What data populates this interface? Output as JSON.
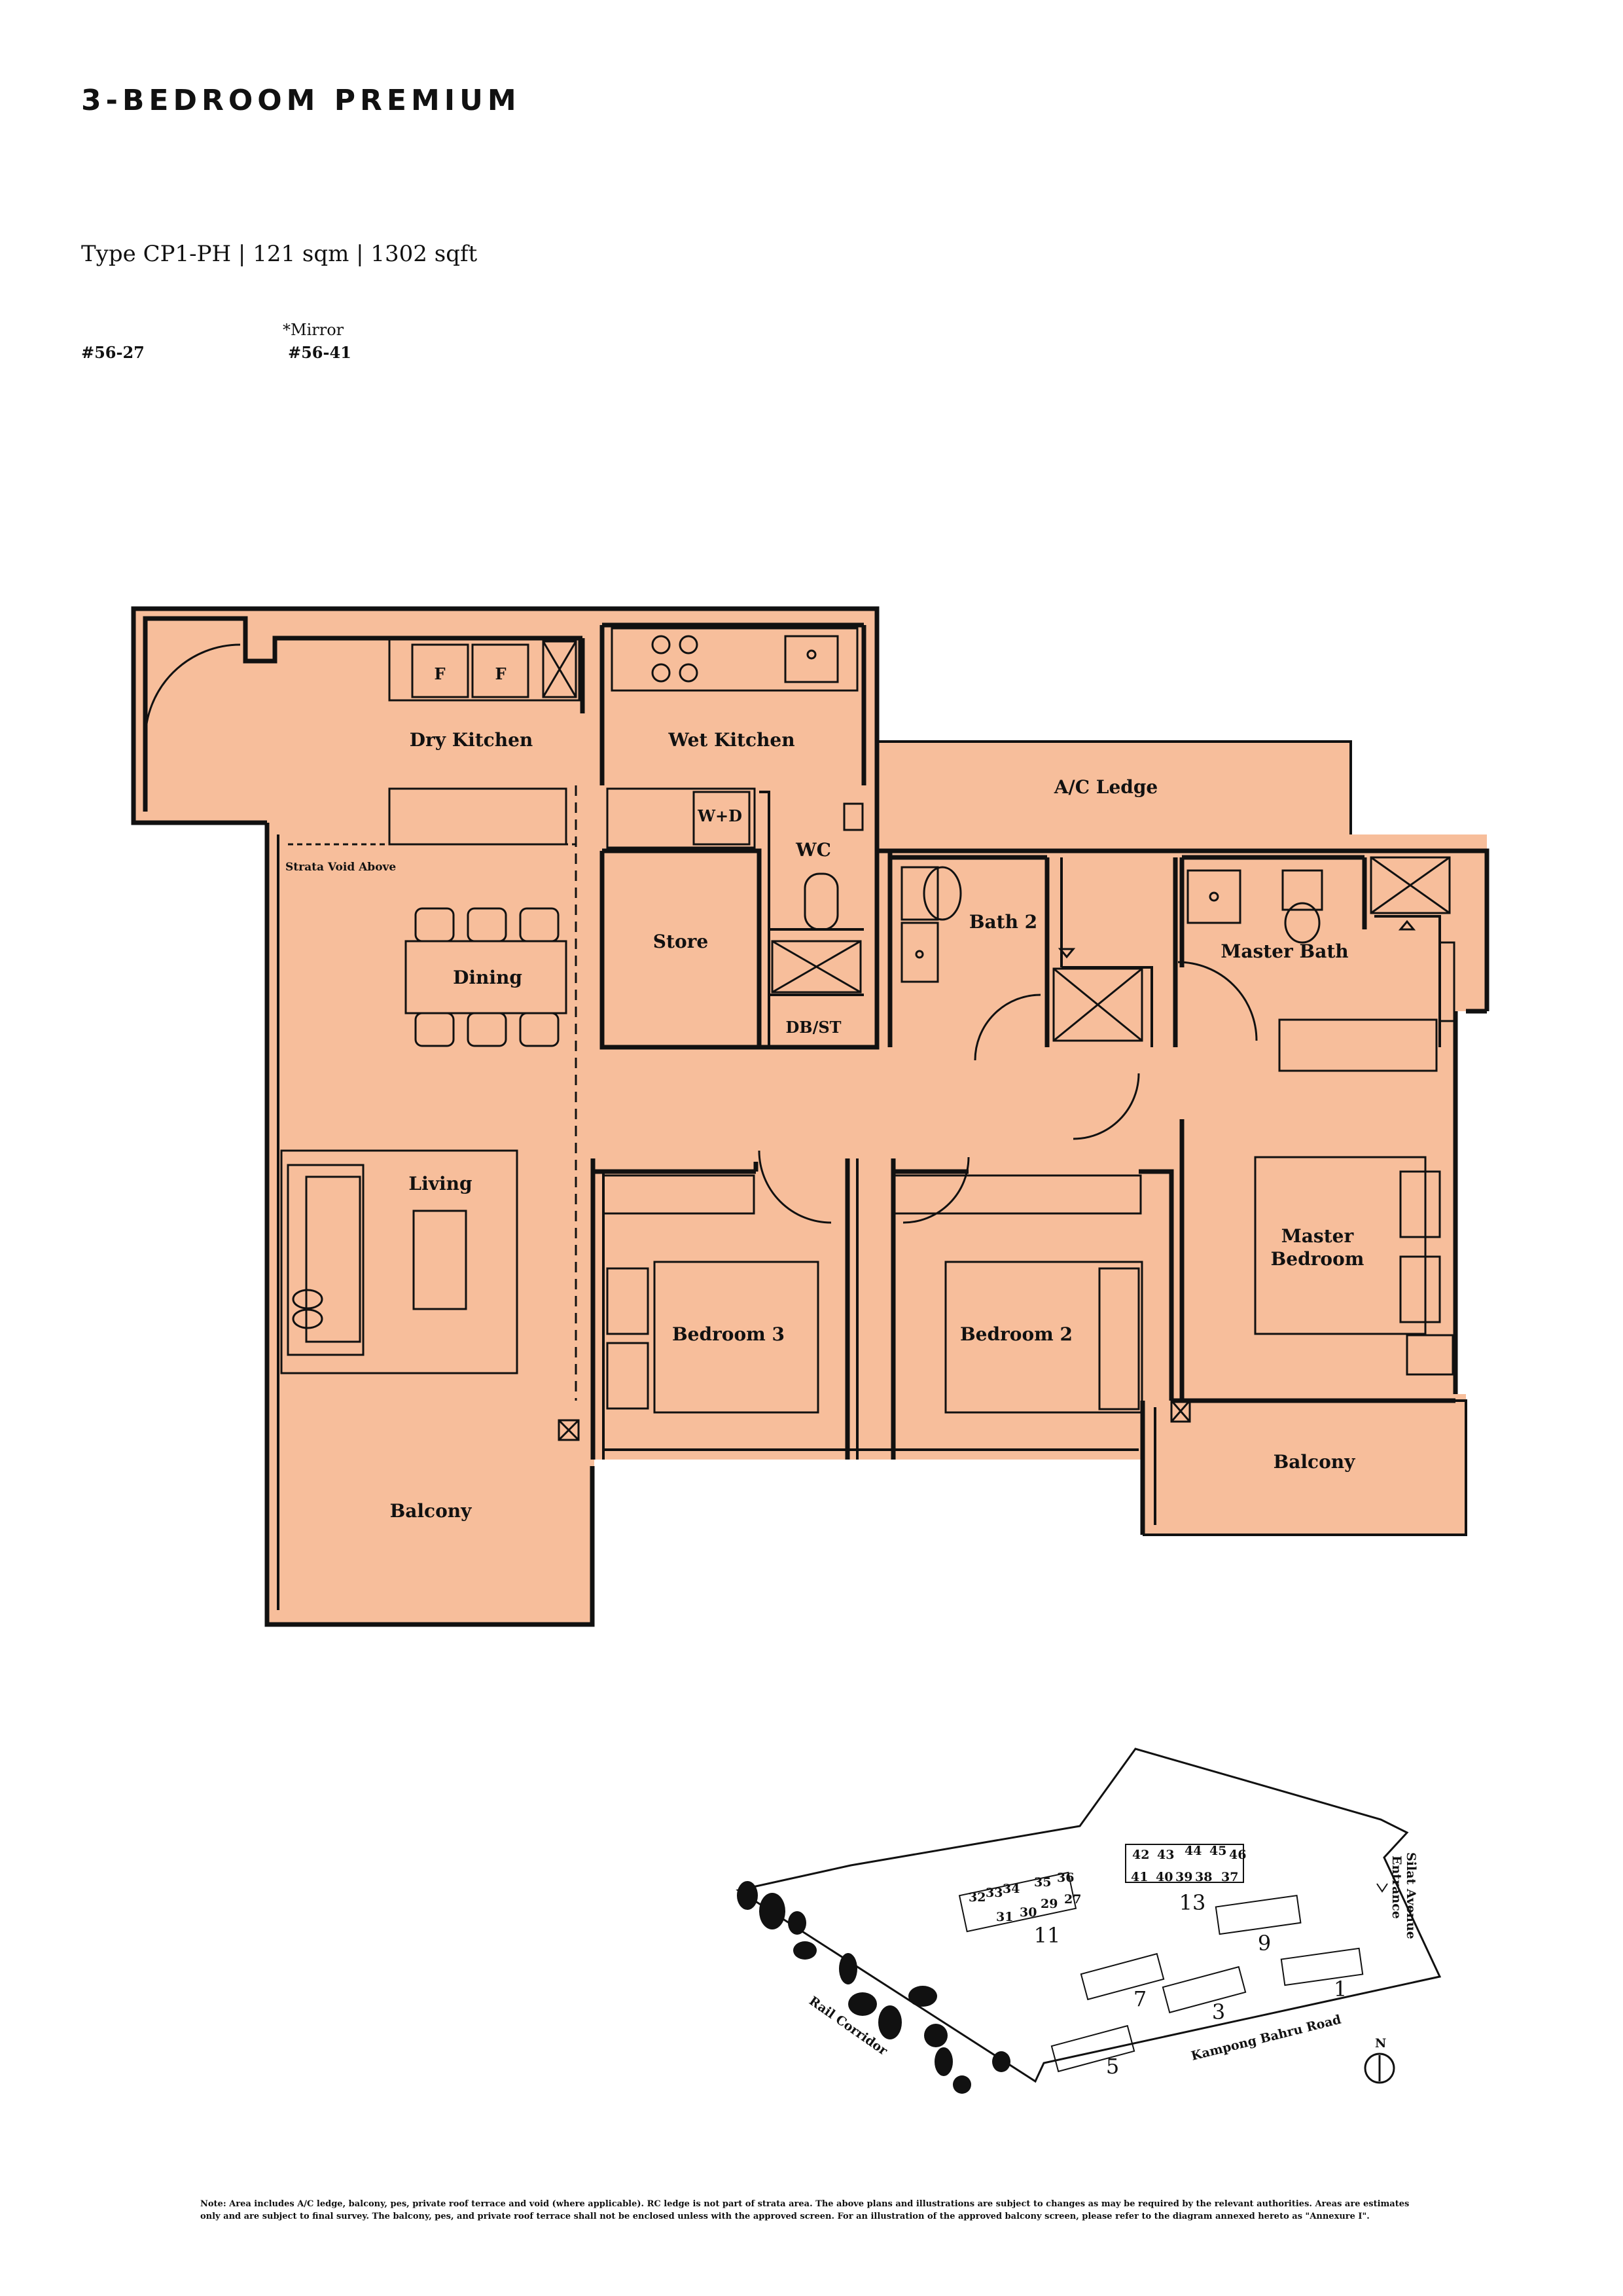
{
  "header": {
    "title": "3-BEDROOM PREMIUM",
    "type_line": "Type CP1-PH  |  121 sqm  |  1302 sqft",
    "mirror_label": "*Mirror",
    "unit_primary": "#56-27",
    "unit_mirror": "#56-41"
  },
  "colors": {
    "floor_fill": "#f7be9b",
    "wall": "#111111",
    "background": "#ffffff"
  },
  "rooms": {
    "dry_kitchen": "Dry Kitchen",
    "wet_kitchen": "Wet Kitchen",
    "ac_ledge": "A/C Ledge",
    "wd": "W+D",
    "wc": "WC",
    "strata_void": "Strata Void Above",
    "store": "Store",
    "dining": "Dining",
    "db_st": "DB/ST",
    "bath2": "Bath 2",
    "master_bath": "Master Bath",
    "living": "Living",
    "bedroom3": "Bedroom 3",
    "bedroom2": "Bedroom 2",
    "master_bedroom_line1": "Master",
    "master_bedroom_line2": "Bedroom",
    "balcony_left": "Balcony",
    "balcony_right": "Balcony",
    "fridge_1": "F",
    "fridge_2": "F"
  },
  "site_plan": {
    "rail_corridor": "Rail Corridor",
    "kampong_bahru_road": "Kampong Bahru Road",
    "entrance_line1": "Silat Avenue",
    "entrance_line2": "Entrance",
    "north": "N",
    "blocks": {
      "b11": "11",
      "b13": "13",
      "b9": "9",
      "b7": "7",
      "b3": "3",
      "b1": "1",
      "b5": "5"
    },
    "units": {
      "u32": "32",
      "u33": "33",
      "u34": "34",
      "u35": "35",
      "u36": "36",
      "u27": "27",
      "u29": "29",
      "u30": "30",
      "u31": "31",
      "u42": "42",
      "u43": "43",
      "u44": "44",
      "u45": "45",
      "u46": "46",
      "u41": "41",
      "u40": "40",
      "u39": "39",
      "u38": "38",
      "u37": "37"
    }
  },
  "footnote": "Note: Area includes A/C ledge, balcony, pes, private roof terrace and void (where applicable). RC ledge is not part of strata area. The above plans and illustrations are subject to changes as may be required by the relevant authorities. Areas are estimates only and are subject to final survey. The balcony, pes, and private roof terrace shall not be enclosed unless with the approved screen. For an illustration of the approved balcony screen, please refer to the diagram annexed hereto as \"Annexure I\"."
}
